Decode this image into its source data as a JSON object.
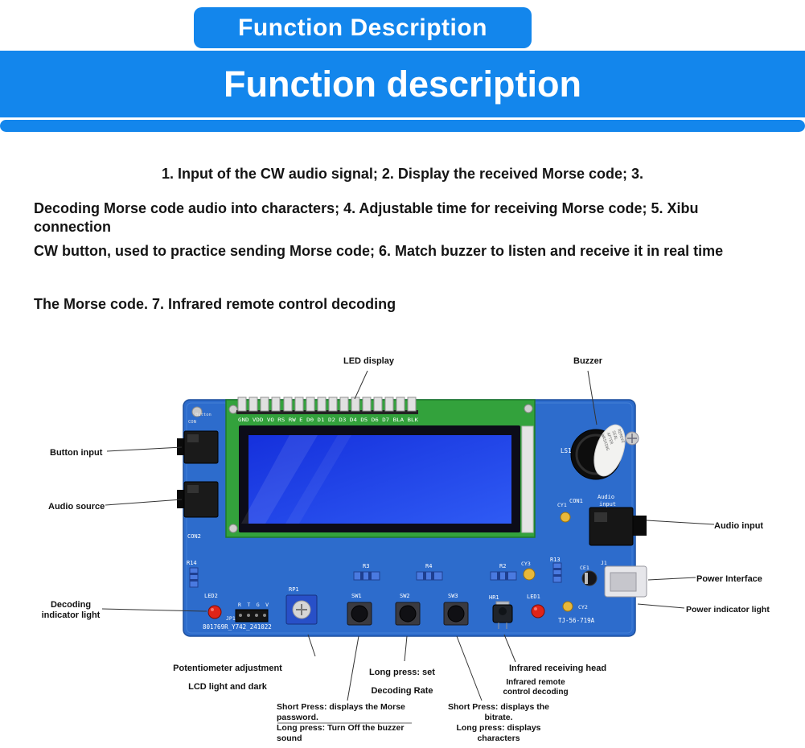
{
  "header": {
    "banner_title": "Function Description",
    "main_title": "Function description"
  },
  "description": {
    "para1": "1. Input of the CW audio signal; 2. Display the received Morse code; 3.",
    "para2_line1": "Decoding Morse code audio into characters; 4. Adjustable time for receiving Morse code; 5. Xibu",
    "para2_line2": "connection",
    "para3": "CW button, used to practice sending Morse code; 6. Match buzzer to listen and receive it in real time",
    "para4": "The Morse code. 7. Infrared remote control decoding"
  },
  "callouts": {
    "led_display": "LED display",
    "buzzer": "Buzzer",
    "button_input": "Button input",
    "audio_source": "Audio source",
    "decoding_indicator": "Decoding\nindicator light",
    "audio_input": "Audio input",
    "power_interface": "Power Interface",
    "power_indicator": "Power indicator light",
    "potentiometer": "Potentiometer adjustment\nLCD light and dark",
    "long_press_set": "Long press: set\nDecoding Rate",
    "ir_head": "Infrared receiving head",
    "ir_remote": "Infrared remote\ncontrol decoding",
    "sw1_note": "Short Press: displays the Morse\npassword.\nLong press: Turn Off the buzzer\nsound",
    "sw3_note": "Short Press: displays the\nbitrate.\nLong press: displays\ncharacters"
  },
  "pcb": {
    "pin_row": "GND VDD VO RS RW E D0 D1 D2 D3 D4 D5 D6 D7 BLA BLK",
    "button_silk": "Button",
    "con_silk": "CON",
    "con2": "CON2",
    "ls1": "LS1",
    "sticker": [
      "REMOVE",
      "SEAL",
      "AFTER",
      "WASHING"
    ],
    "con1": "CON1",
    "con1_audio": "Audio",
    "con1_input": "input",
    "cy1": "CY1",
    "cy2": "CY2",
    "cy3": "CY3",
    "ce1": "CE1",
    "j1": "J1",
    "r2": "R2",
    "r3": "R3",
    "r4": "R4",
    "r13": "R13",
    "r14": "R14",
    "led1": "LED1",
    "led2": "LED2",
    "jp1": "JP1",
    "rtgv": "R T G V",
    "rp1": "RP1",
    "sw1": "SW1",
    "sw2": "SW2",
    "sw3": "SW3",
    "hr1": "HR1",
    "board_id": "801769R_Y742_241022",
    "model": "TJ-56-719A"
  },
  "colors": {
    "banner_blue": "#1386ec",
    "board_blue": "#2d6ccc",
    "lcd_green": "#33a23c",
    "screen_blue": "#1c38e2",
    "led_red": "#e02418",
    "cap_yellow": "#e8b83a"
  }
}
